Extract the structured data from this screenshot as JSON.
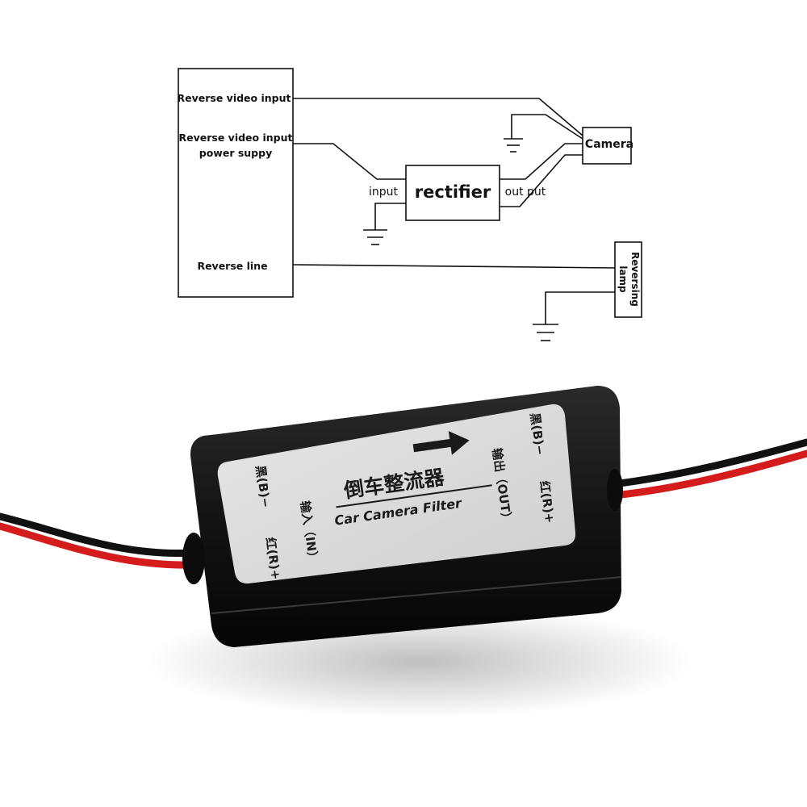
{
  "diagram": {
    "head_unit": {
      "reverse_video_input": "Reverse video input",
      "power_line1": "Reverse video input",
      "power_line2": "power suppy",
      "reverse_line": "Reverse line"
    },
    "rectifier": "rectifier",
    "input_label": "input",
    "output_label": "out put",
    "camera": "Camera",
    "reversing_lamp_line1": "Reversing",
    "reversing_lamp_line2": "lamp"
  },
  "device": {
    "title_cn": "倒车整流器",
    "title_en": "Car Camera Filter",
    "in_label": "输入（IN）",
    "in_plus": "红(R)+",
    "in_minus": "黑(B)−",
    "out_label": "输出（OUT）",
    "out_plus": "红(R)+",
    "out_minus": "黑(B)−"
  }
}
